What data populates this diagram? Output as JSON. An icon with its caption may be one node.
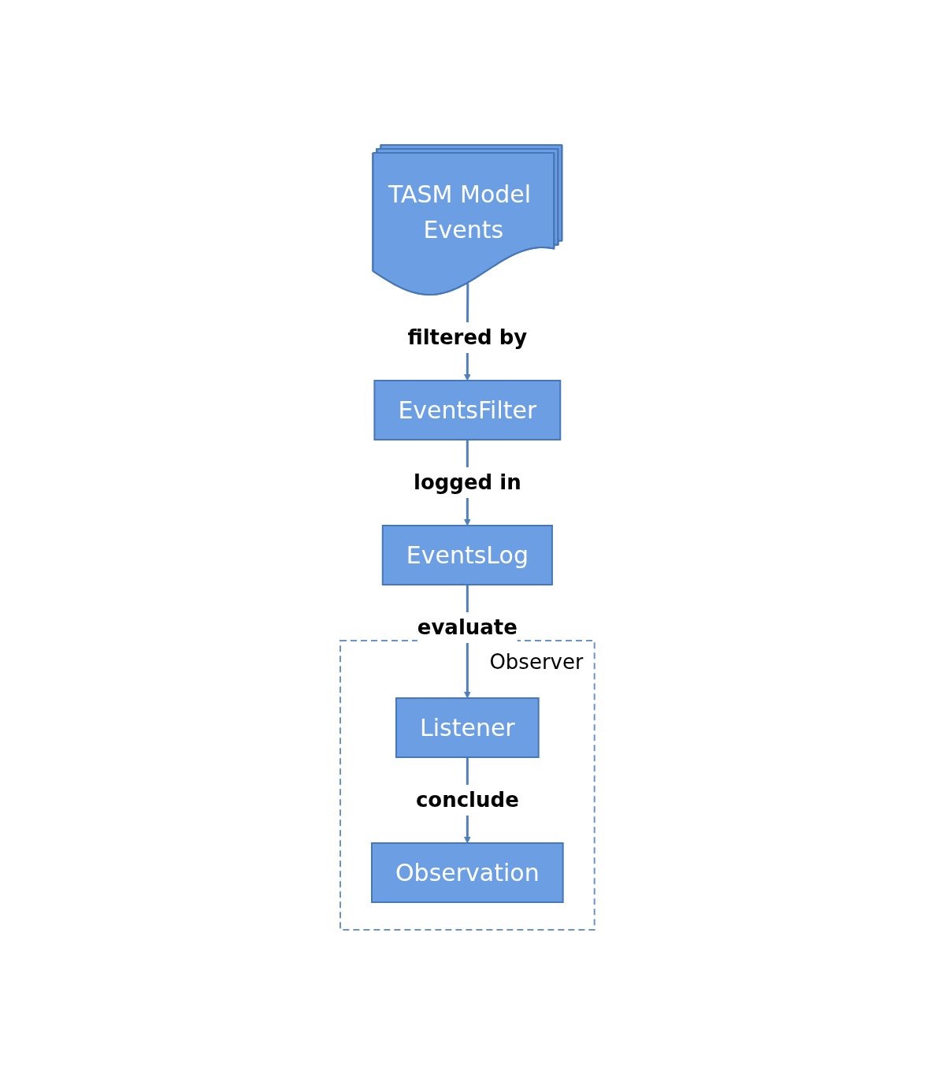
{
  "diagram": {
    "nodes": [
      {
        "text": [
          "TASM Model Events"
        ]
      },
      {
        "text": [
          "EventsFilter"
        ]
      },
      {
        "text": [
          "EventsLog"
        ]
      },
      {
        "text": [
          "Observer"
        ]
      },
      {
        "text": [
          "Listener"
        ],
        "in": 3
      },
      {
        "text": [
          "Observation"
        ],
        "in": 3
      }
    ],
    "edges": [
      {
        "from": 0,
        "to": 1,
        "arrow": "to",
        "label": "filtered by"
      },
      {
        "from": 1,
        "to": 2,
        "arrow": "to",
        "label": "logged in"
      },
      {
        "from": 2,
        "to": 4,
        "arrow": "to",
        "label": "evaluate"
      },
      {
        "from": 4,
        "to": 5,
        "arrow": "to",
        "label": "conclude"
      }
    ]
  }
}
